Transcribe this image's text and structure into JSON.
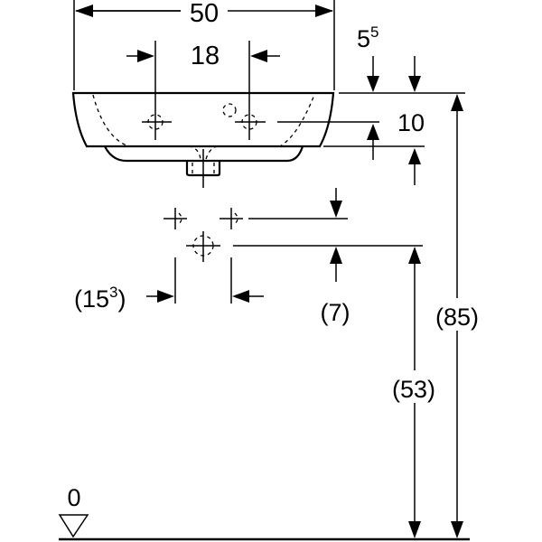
{
  "dimensions": {
    "width": "50",
    "tap_spacing": "18",
    "rim_offset_base": "5",
    "rim_offset_sup": "5",
    "tap_height": "10",
    "total_height": "(85)",
    "outlet_height": "(53)",
    "supply_offset": "(7)",
    "supply_spacing_base": "(15",
    "supply_spacing_sup": "3",
    "supply_spacing_close": ")",
    "floor_level": "0"
  }
}
